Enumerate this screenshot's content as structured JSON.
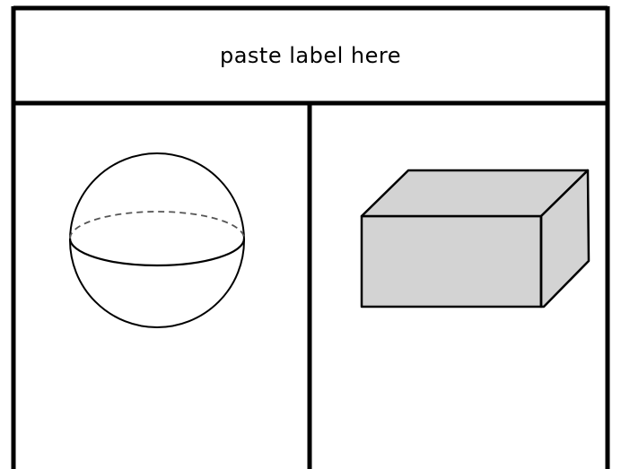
{
  "label": {
    "text": "paste label here"
  },
  "shapes": {
    "left": {
      "name": "sphere"
    },
    "right": {
      "name": "rectangular prism",
      "fill": "#d3d3d3"
    }
  },
  "colors": {
    "border": "#000000",
    "background": "#ffffff",
    "prism_fill": "#d3d3d3",
    "dashed_line": "#555555"
  }
}
